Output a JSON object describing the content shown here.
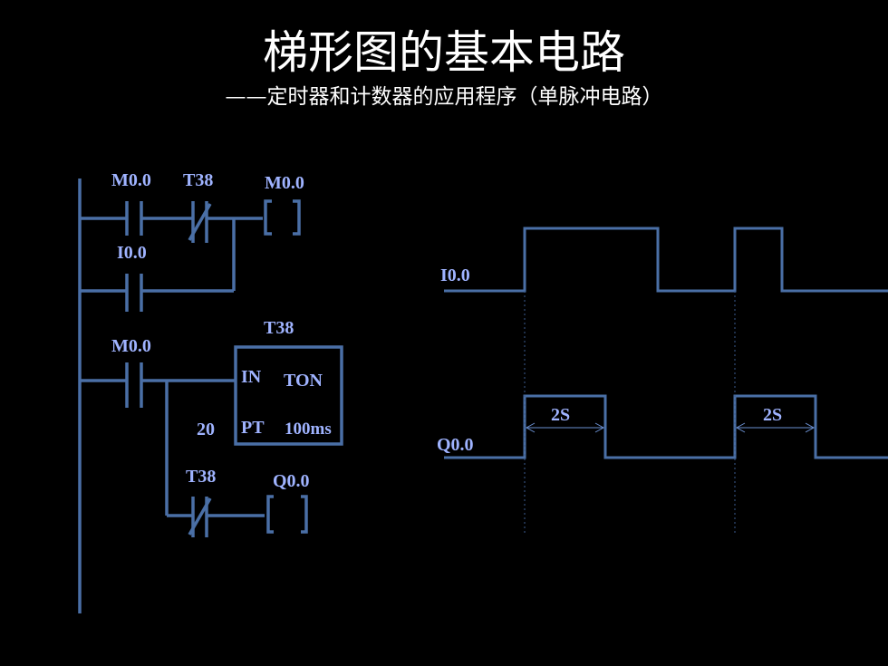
{
  "title": "梯形图的基本电路",
  "subtitle": "——定时器和计数器的应用程序（单脉冲电路）",
  "ladder": {
    "rung1": {
      "contact1": "M0.0",
      "contact2": "T38",
      "coil": "M0.0",
      "branch_contact": "I0.0"
    },
    "rung2": {
      "contact": "M0.0",
      "timer_name": "T38",
      "timer_in": "IN",
      "timer_type": "TON",
      "timer_pt": "PT",
      "timer_base": "100ms",
      "pt_value": "20",
      "contact_t": "T38",
      "coil": "Q0.0"
    }
  },
  "timing": {
    "signal1": "I0.0",
    "signal2": "Q0.0",
    "pulse1_label": "2S",
    "pulse2_label": "2S"
  },
  "colors": {
    "background": "#000000",
    "line": "#4a6fa6",
    "label": "#9fb3ff",
    "title": "#ffffff"
  }
}
